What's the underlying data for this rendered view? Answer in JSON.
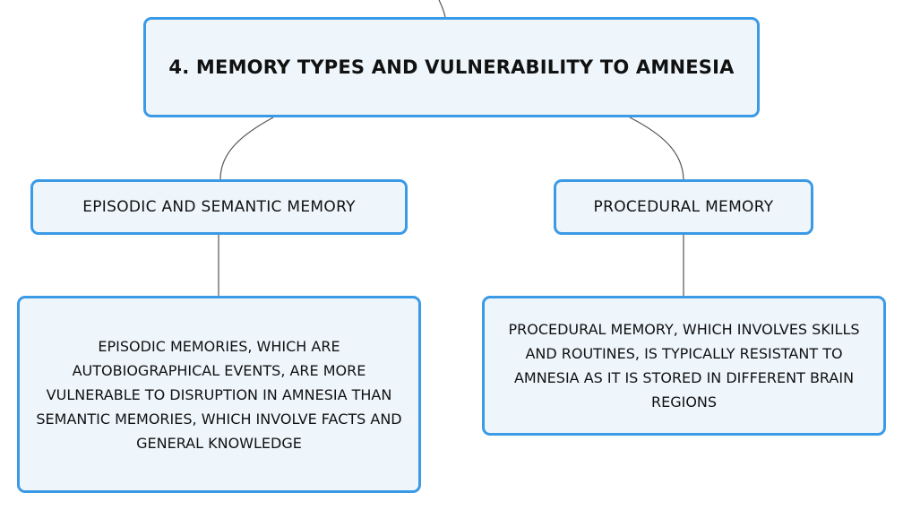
{
  "diagram": {
    "main_topic": "4. MEMORY TYPES AND VULNERABILITY TO AMNESIA",
    "branches": [
      {
        "title": "EPISODIC AND SEMANTIC MEMORY",
        "detail": "EPISODIC MEMORIES, WHICH ARE AUTOBIOGRAPHICAL EVENTS, ARE MORE VULNERABLE TO DISRUPTION IN AMNESIA THAN SEMANTIC MEMORIES, WHICH INVOLVE FACTS AND GENERAL KNOWLEDGE"
      },
      {
        "title": "PROCEDURAL MEMORY",
        "detail": "PROCEDURAL MEMORY, WHICH INVOLVES SKILLS AND ROUTINES, IS TYPICALLY RESISTANT TO AMNESIA AS IT IS STORED IN DIFFERENT BRAIN REGIONS"
      }
    ],
    "colors": {
      "node_border": "#3b9ae6",
      "node_fill": "#eef6fc",
      "connector": "#555555"
    }
  }
}
